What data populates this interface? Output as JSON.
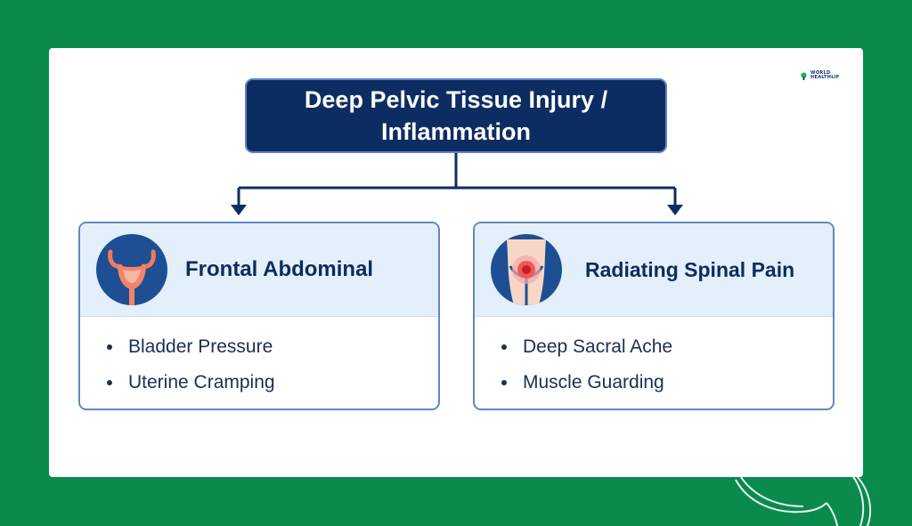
{
  "logo": {
    "text": "WORLD HEALTHLIF"
  },
  "diagram": {
    "root": {
      "title": "Deep Pelvic Tissue Injury / Inflammation"
    },
    "branches": [
      {
        "title": "Frontal Abdominal",
        "icon": "bladder-icon",
        "items": [
          "Bladder Pressure",
          "Uterine Cramping"
        ]
      },
      {
        "title": "Radiating Spinal Pain",
        "icon": "pelvic-pain-icon",
        "items": [
          "Deep Sacral Ache",
          "Muscle Guarding"
        ]
      }
    ]
  },
  "colors": {
    "background": "#0b8a4e",
    "root_fill": "#0d2d62",
    "accent_blue": "#1e4f94",
    "box_header": "#e3effb",
    "pain_red": "#e23b3b"
  }
}
